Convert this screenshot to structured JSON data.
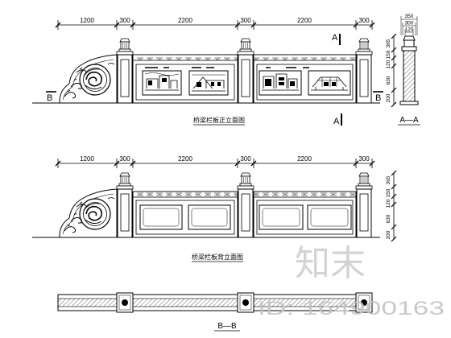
{
  "drawing": {
    "front_elevation": {
      "dims": [
        "1200",
        "300",
        "2200",
        "300",
        "2200",
        "300"
      ],
      "height_dims": [
        "365",
        "150",
        "120",
        "630",
        "200"
      ],
      "caption": "桥梁栏板正立面图",
      "section_mark_a_top": "A",
      "section_mark_a_bottom": "A",
      "section_mark_b_left": "B",
      "section_mark_b_right": "B"
    },
    "section_a": {
      "width_dims": [
        "350",
        "300",
        "120"
      ],
      "label": "A—A"
    },
    "back_elevation": {
      "dims": [
        "1200",
        "300",
        "2200",
        "300",
        "2200",
        "300"
      ],
      "height_dims": [
        "365",
        "150",
        "120",
        "630",
        "200"
      ],
      "caption": "桥梁栏板背立面图"
    },
    "plan": {
      "label": "B—B"
    },
    "watermark": {
      "logo_text": "知末",
      "id_text": "ID: 164900163"
    }
  },
  "colors": {
    "line": "#000000",
    "background": "#ffffff",
    "watermark": "#c8c8c8"
  }
}
